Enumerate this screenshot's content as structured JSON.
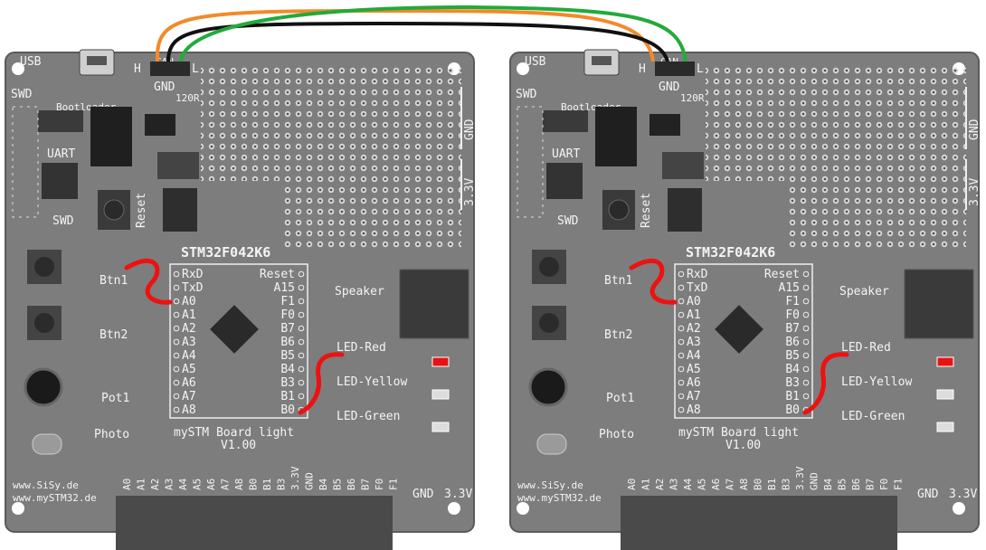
{
  "colors": {
    "pcb": "#7d7d7d",
    "pcb_dark": "#606060",
    "silkscreen": "#f4f4f4",
    "wire_orange": "#f28a2a",
    "wire_black": "#111111",
    "wire_green": "#22aa3a",
    "jumper_red": "#ee1111",
    "led_red": "#e41414"
  },
  "boards": [
    {
      "labels": {
        "usb": "USB",
        "swd_top": "SWD",
        "bootloader": "Bootloader",
        "uart": "UART",
        "swd_bottom": "SWD",
        "reset_button": "Reset",
        "h": "H",
        "can": "CAN",
        "l": "L",
        "gnd_top": "GND",
        "r120": "120R",
        "gnd_side": "GND",
        "v33_side": "3.3V",
        "chip": "STM32F042K6",
        "btn1": "Btn1",
        "btn2": "Btn2",
        "pot1": "Pot1",
        "photo": "Photo",
        "speaker": "Speaker",
        "led_red": "LED-Red",
        "led_yellow": "LED-Yellow",
        "led_green": "LED-Green",
        "board_name": "mySTM Board light",
        "version": "V1.00",
        "url1": "www.SiSy.de",
        "url2": "www.mySTM32.de",
        "gnd_bottom": "GND",
        "v33_bottom": "3.3V"
      },
      "pins_left": [
        "RxD",
        "TxD",
        "A0",
        "A1",
        "A2",
        "A3",
        "A4",
        "A5",
        "A6",
        "A7",
        "A8"
      ],
      "pins_right": [
        "Reset",
        "A15",
        "F1",
        "F0",
        "B7",
        "B6",
        "B5",
        "B4",
        "B3",
        "B1",
        "B0"
      ],
      "header_pins": [
        "A0",
        "A1",
        "A2",
        "A3",
        "A4",
        "A5",
        "A6",
        "A7",
        "A8",
        "B0",
        "B1",
        "B3",
        "3.3V",
        "GND",
        "B4",
        "B5",
        "B6",
        "B7",
        "F0",
        "F1"
      ]
    },
    {
      "labels": {
        "usb": "USB",
        "swd_top": "SWD",
        "bootloader": "Bootloader",
        "uart": "UART",
        "swd_bottom": "SWD",
        "reset_button": "Reset",
        "h": "H",
        "can": "CAN",
        "l": "L",
        "gnd_top": "GND",
        "r120": "120R",
        "gnd_side": "GND",
        "v33_side": "3.3V",
        "chip": "STM32F042K6",
        "btn1": "Btn1",
        "btn2": "Btn2",
        "pot1": "Pot1",
        "photo": "Photo",
        "speaker": "Speaker",
        "led_red": "LED-Red",
        "led_yellow": "LED-Yellow",
        "led_green": "LED-Green",
        "board_name": "mySTM Board light",
        "version": "V1.00",
        "url1": "www.SiSy.de",
        "url2": "www.mySTM32.de",
        "gnd_bottom": "GND",
        "v33_bottom": "3.3V"
      },
      "pins_left": [
        "RxD",
        "TxD",
        "A0",
        "A1",
        "A2",
        "A3",
        "A4",
        "A5",
        "A6",
        "A7",
        "A8"
      ],
      "pins_right": [
        "Reset",
        "A15",
        "F1",
        "F0",
        "B7",
        "B6",
        "B5",
        "B4",
        "B3",
        "B1",
        "B0"
      ],
      "header_pins": [
        "A0",
        "A1",
        "A2",
        "A3",
        "A4",
        "A5",
        "A6",
        "A7",
        "A8",
        "B0",
        "B1",
        "B3",
        "3.3V",
        "GND",
        "B4",
        "B5",
        "B6",
        "B7",
        "F0",
        "F1"
      ]
    }
  ]
}
